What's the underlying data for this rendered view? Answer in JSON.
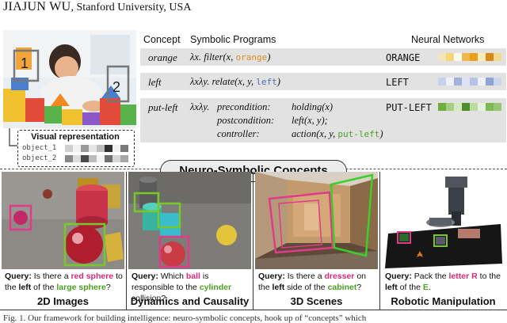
{
  "header": {
    "name": "JIAJUN WU",
    "affiliation": ", Stanford University, USA"
  },
  "columns": {
    "concept": "Concept",
    "programs": "Symbolic Programs",
    "networks": "Neural Networks"
  },
  "photo_labels": [
    "1",
    "2"
  ],
  "concepts": [
    {
      "name": "orange",
      "program": {
        "prefix": "λx. filter(x, ",
        "arg": "orange",
        "suffix": ")",
        "arg_color": "#e08a1e"
      },
      "network": "ORANGE",
      "embedding": [
        "#f3e5b5",
        "#f6d675",
        "#fbfaf0",
        "#f0b74a",
        "#e8a01c",
        "#f9eab8",
        "#d88a18",
        "#f4d98c"
      ]
    },
    {
      "name": "left",
      "program": {
        "prefix": "λxλy. relate(x, y, ",
        "arg": "left",
        "suffix": ")",
        "arg_color": "#4a6fb5"
      },
      "network": "LEFT",
      "embedding": [
        "#c6d1ea",
        "#eef1f8",
        "#9fb1dc",
        "#dde3f2",
        "#b5c3e6",
        "#eef1f8",
        "#8ea3d6",
        "#ccd5ec"
      ]
    },
    {
      "name": "put-left",
      "program": {
        "lines": [
          {
            "label": "precondition:",
            "text": "holding(x)"
          },
          {
            "label": "postcondition:",
            "text": "left(x, y);"
          },
          {
            "label": "controller:",
            "text": "action(x, y, ",
            "arg": "put-left",
            "suffix": ")"
          }
        ],
        "prefix": "λxλy.",
        "arg_color": "#4aa020"
      },
      "network": "PUT-LEFT",
      "embedding": [
        "#6fae3a",
        "#a7cf83",
        "#d6e9c6",
        "#4d8f28",
        "#bcdba0",
        "#e7f2dc",
        "#7fb957",
        "#99c673"
      ]
    }
  ],
  "visual_representation": {
    "title": "Visual representation",
    "objects": [
      {
        "label": "object_1",
        "cells": [
          "#cfcfcf",
          "#f2f2f2",
          "#9a9a9a",
          "#e4e4e4",
          "#bdbdbd",
          "#2e2e2e",
          "#f0f0f0",
          "#7a7a7a"
        ]
      },
      {
        "label": "object_2",
        "cells": [
          "#888888",
          "#dcdcdc",
          "#4a4a4a",
          "#bcbcbc",
          "#f2f2f2",
          "#6e6e6e",
          "#d6d6d6",
          "#a6a6a6"
        ]
      }
    ]
  },
  "banner": "Neuro-Symbolic Concepts",
  "panels": [
    {
      "title": "2D Images",
      "q": [
        {
          "t": "Query:",
          "s": "b"
        },
        {
          "t": " Is there a "
        },
        {
          "t": "red sphere",
          "s": "r"
        },
        {
          "t": " to the "
        },
        {
          "t": "left",
          "s": "b"
        },
        {
          "t": " of the "
        },
        {
          "t": "large sphere",
          "s": "g"
        },
        {
          "t": "?"
        }
      ]
    },
    {
      "title": "Dynamics and Causality",
      "q": [
        {
          "t": "Query:",
          "s": "b"
        },
        {
          "t": " Which "
        },
        {
          "t": "ball",
          "s": "r"
        },
        {
          "t": " is responsible to the "
        },
        {
          "t": "cylinder",
          "s": "g"
        },
        {
          "t": " collision?"
        }
      ]
    },
    {
      "title": "3D Scenes",
      "q": [
        {
          "t": "Query:",
          "s": "b"
        },
        {
          "t": " Is there a "
        },
        {
          "t": "dresser",
          "s": "r"
        },
        {
          "t": " on the "
        },
        {
          "t": "left",
          "s": "b"
        },
        {
          "t": " side of the "
        },
        {
          "t": "cabinet",
          "s": "g"
        },
        {
          "t": "?"
        }
      ]
    },
    {
      "title": "Robotic Manipulation",
      "q": [
        {
          "t": "Query:",
          "s": "b"
        },
        {
          "t": " Pack the "
        },
        {
          "t": "letter R",
          "s": "r"
        },
        {
          "t": " to the "
        },
        {
          "t": "left",
          "s": "b"
        },
        {
          "t": " of the "
        },
        {
          "t": "E",
          "s": "g"
        },
        {
          "t": "."
        }
      ]
    }
  ],
  "caption_fragment": "Fig. 1.  Our framework for building intelligence: neuro-symbolic concepts, hook up of “concepts” which"
}
